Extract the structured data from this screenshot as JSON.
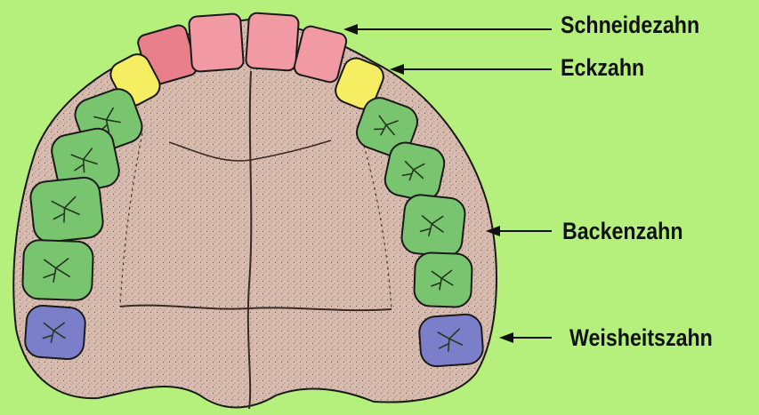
{
  "background_color": "#b5ef7c",
  "colors": {
    "incisor": "#f19aa3",
    "incisor_dark": "#e87f8a",
    "canine": "#f6ee62",
    "molar": "#79c46f",
    "wisdom": "#7b7fc9",
    "palate": "#d6b7ab",
    "outline": "#1a1a1a"
  },
  "labels": {
    "incisor": "Schneidezahn",
    "canine": "Eckzahn",
    "molar": "Backenzahn",
    "wisdom": "Weisheitszahn"
  }
}
